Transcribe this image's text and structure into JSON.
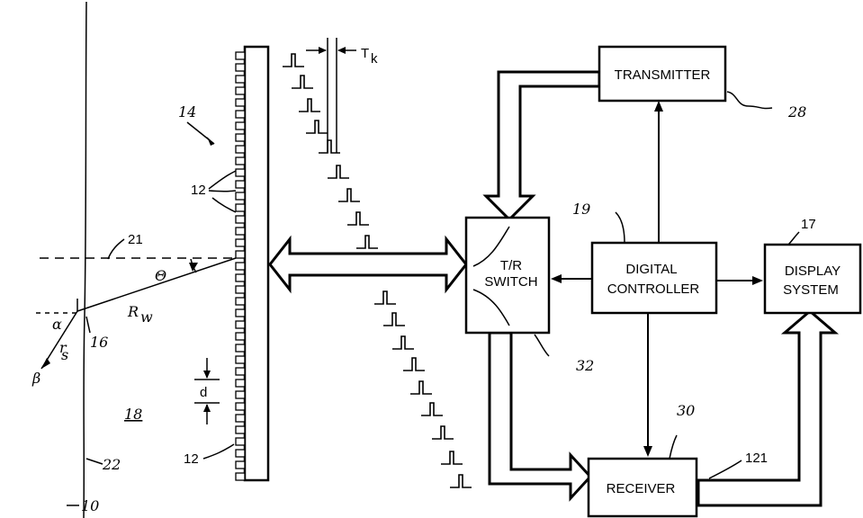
{
  "blocks": {
    "transmitter": "TRANSMITTER",
    "tr_switch_line1": "T/R",
    "tr_switch_line2": "SWITCH",
    "digital_controller_line1": "DIGITAL",
    "digital_controller_line2": "CONTROLLER",
    "display_system_line1": "DISPLAY",
    "display_system_line2": "SYSTEM",
    "receiver": "RECEIVER"
  },
  "refs": {
    "transducer_array": "14",
    "elements_top": "12",
    "elements_bottom": "12",
    "dashed_line": "21",
    "angle": "Θ",
    "range": "R",
    "range_sub": "w",
    "point": "16",
    "region": "18",
    "edge_a": "22",
    "edge_b": "10",
    "element_spacing": "d",
    "delay": "T",
    "delay_sub": "k",
    "transmitter_ref": "28",
    "controller_ref": "19",
    "display_ref": "17",
    "switch_ref": "32",
    "receiver_ref": "30",
    "receiver_display_line": "121",
    "small_alpha": "α",
    "small_beta": "β",
    "small_r": "r",
    "small_s": "s"
  }
}
